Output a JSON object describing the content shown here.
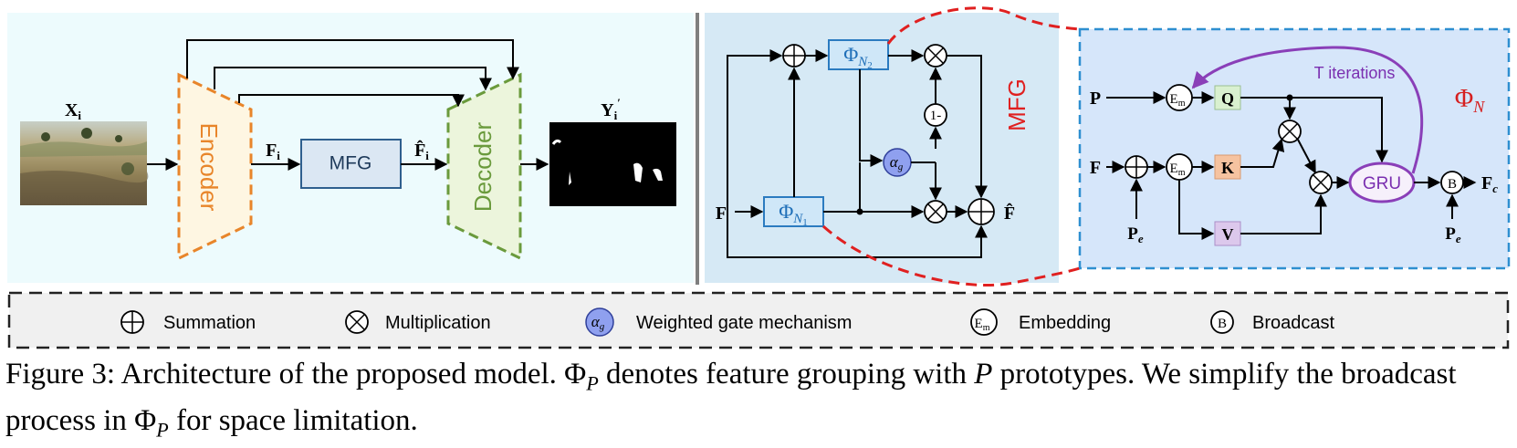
{
  "panels": {
    "left": {
      "input_label": "X",
      "input_sub": "i",
      "encoder_label": "Encoder",
      "feature_label": "F",
      "feature_sub": "i",
      "mfg_label": "MFG",
      "feature_hat_label": "F̂",
      "feature_hat_sub": "i",
      "decoder_label": "Decoder",
      "output_label": "Y",
      "output_sub": "i",
      "output_prime": "′"
    },
    "mfg": {
      "title": "MFG",
      "input_label": "F",
      "output_label": "F̂",
      "phi_n1": "Φ",
      "phi_n1_sub": "N",
      "phi_n1_subsub": "1",
      "phi_n2": "Φ",
      "phi_n2_sub": "N",
      "phi_n2_subsub": "2",
      "alpha_label": "α",
      "alpha_sub": "g",
      "one_minus_label": "1-"
    },
    "phi_n": {
      "title_symbol": "Φ",
      "title_sub": "N",
      "p_label": "P",
      "f_label": "F",
      "pe_label": "P",
      "pe_sub": "e",
      "pe2_label": "P",
      "pe2_sub": "e",
      "embed_label": "E",
      "embed_sub": "m",
      "q_label": "Q",
      "k_label": "K",
      "v_label": "V",
      "gru_label": "GRU",
      "iterations_label": "T iterations",
      "broadcast_label": "B",
      "output_label": "F",
      "output_sub": "c"
    }
  },
  "legend": {
    "summation": "Summation",
    "multiplication": "Multiplication",
    "alpha_symbol": "α",
    "alpha_sub": "g",
    "weighted_gate": "Weighted gate mechanism",
    "embed_symbol": "E",
    "embed_sub": "m",
    "embedding": "Embedding",
    "broadcast_symbol": "B",
    "broadcast": "Broadcast"
  },
  "caption": {
    "part1": "Figure 3: Architecture of the proposed model. Φ",
    "sub1": "P",
    "part2": " denotes feature grouping with ",
    "p_italic": "P",
    "part3": " prototypes. We simplify the broadcast process in Φ",
    "sub2": "P",
    "part4": " for space limitation."
  },
  "colors": {
    "left_bg": "#edfbfd",
    "mid_bg": "#d6e9f5",
    "right_bg": "#d6e6fa",
    "encoder_fill": "#fef6e2",
    "encoder_stroke": "#e8852a",
    "decoder_fill": "#ecf5dc",
    "decoder_stroke": "#6a9a3c",
    "mfg_box_fill": "#dbe7f3",
    "mfg_box_stroke": "#2f5f8e",
    "phi_box_fill": "#cfe7f8",
    "phi_box_stroke": "#2b7bc0",
    "phi_text": "#1f6fb8",
    "alpha_fill": "#8fa0ef",
    "red_dash": "#e02020",
    "blue_dash": "#2e8fd0",
    "q_fill": "#d9f0d0",
    "k_fill": "#f6c3a0",
    "v_fill": "#dcc8ec",
    "gru_stroke": "#8a3fb8",
    "gru_fill": "#f6f0fb",
    "gru_text": "#7a2fb0",
    "iteration_text": "#7a2fb0",
    "phi_n_title": "#d62020",
    "legend_bg": "#f0f0f0"
  }
}
